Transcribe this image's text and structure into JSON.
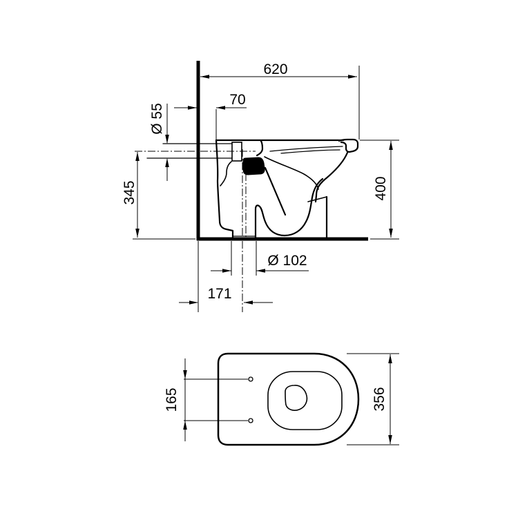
{
  "canvas": {
    "background": "#ffffff",
    "line_color": "#000000"
  },
  "side_view": {
    "dims": {
      "depth": "620",
      "wall_to_inlet": "70",
      "inlet_diameter": "Ø 55",
      "inlet_height": "345",
      "rim_height": "400",
      "outlet_diameter": "Ø 102",
      "wall_to_outlet_centre": "171"
    }
  },
  "plan_view": {
    "dims": {
      "fixing_hole_spacing": "165",
      "overall_width": "356"
    }
  }
}
